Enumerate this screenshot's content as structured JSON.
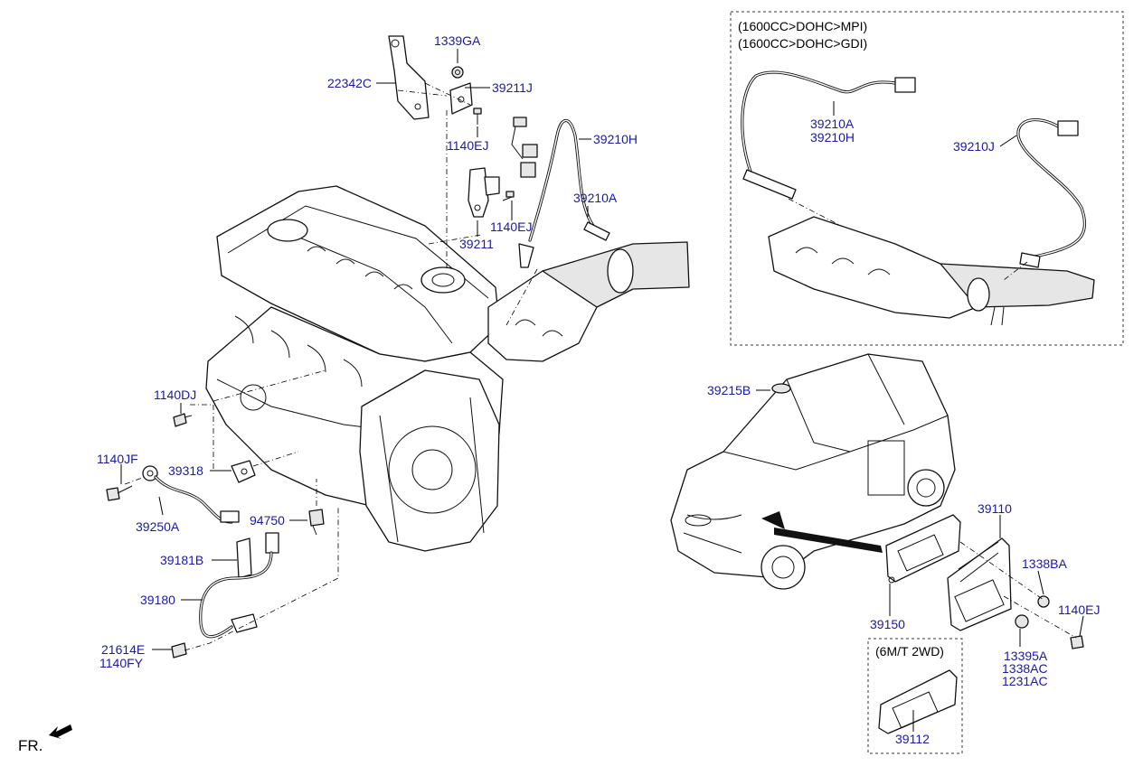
{
  "notes": {
    "mpi": "(1600CC>DOHC>MPI)",
    "gdi": "(1600CC>DOHC>GDI)",
    "mt": "(6M/T 2WD)"
  },
  "direction": "FR.",
  "parts": {
    "p1339GA": "1339GA",
    "p22342C": "22342C",
    "p39211J": "39211J",
    "p1140EJ_a": "1140EJ",
    "p39210H_a": "39210H",
    "p39210A_a": "39210A",
    "p1140EJ_b": "1140EJ",
    "p39211": "39211",
    "p39210A_b": "39210A",
    "p39210H_b": "39210H",
    "p39210J": "39210J",
    "p39215B": "39215B",
    "p1140DJ": "1140DJ",
    "p1140JF": "1140JF",
    "p39318": "39318",
    "p39250A": "39250A",
    "p94750": "94750",
    "p39181B": "39181B",
    "p39180": "39180",
    "p21614E": "21614E",
    "p1140FY": "1140FY",
    "p39110": "39110",
    "p1338BA": "1338BA",
    "p39150": "39150",
    "p1140EJ_c": "1140EJ",
    "p13395A": "13395A",
    "p1338AC": "1338AC",
    "p1231AC": "1231AC",
    "p39112": "39112"
  }
}
